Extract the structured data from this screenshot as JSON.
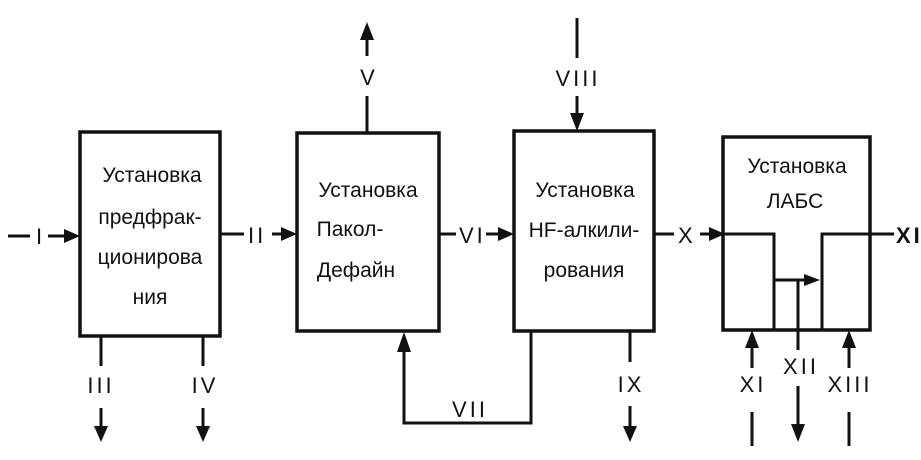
{
  "units": {
    "prefractionation": {
      "lines": [
        "Установка",
        "предфрак-",
        "ционирова",
        "ния"
      ]
    },
    "pacol_define": {
      "lines": [
        "Установка",
        "Пакол-",
        "Дефайн"
      ]
    },
    "hf_alkylation": {
      "lines": [
        "Установка",
        "HF-алкили-",
        "рования"
      ]
    },
    "labs": {
      "lines": [
        "Установка",
        "ЛАБС"
      ]
    }
  },
  "streams": {
    "I": "I",
    "II": "II",
    "III": "III",
    "IV": "IV",
    "V": "V",
    "VI": "VI",
    "VII": "VII",
    "VIII": "VIII",
    "IX": "IX",
    "X": "X",
    "XI": "XI",
    "XII": "XII",
    "XIII": "XIII",
    "XIV": "XI"
  },
  "colors": {
    "ink": "#111111",
    "background": "#ffffff"
  }
}
